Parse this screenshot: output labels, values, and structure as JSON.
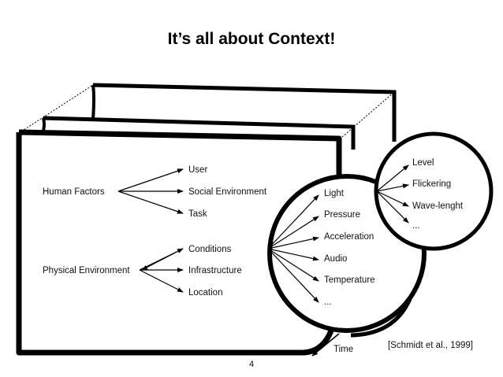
{
  "slide": {
    "title": "It’s all about Context!",
    "citation": "[Schmidt et al., 1999]",
    "page_number": "4"
  },
  "diagram": {
    "human_factors": {
      "label": "Human Factors",
      "children": [
        "User",
        "Social Environment",
        "Task"
      ]
    },
    "physical_environment": {
      "label": "Physical Environment",
      "children": [
        "Conditions",
        "Infrastructure",
        "Location"
      ]
    },
    "conditions_circle": {
      "items": [
        "Light",
        "Pressure",
        "Acceleration",
        "Audio",
        "Temperature",
        "..."
      ]
    },
    "light_circle": {
      "items": [
        "Level",
        "Flickering",
        "Wave-lenght",
        "..."
      ]
    },
    "time_label": "Time"
  }
}
